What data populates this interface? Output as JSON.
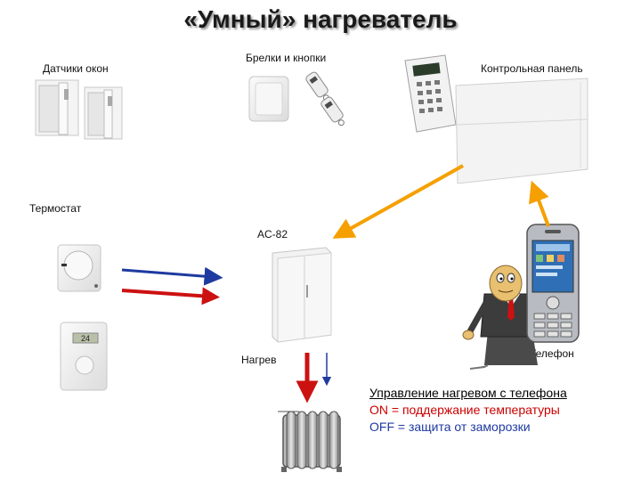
{
  "title": "«Умный» нагреватель",
  "labels": {
    "window_sensors": "Датчики окон",
    "keyfobs_buttons": "Брелки и кнопки",
    "control_panel": "Контрольная панель",
    "thermostat": "Термостат",
    "ac82": "AC-82",
    "heating": "Нагрев",
    "phone": "Телефон"
  },
  "thermostat_display": "24",
  "info": {
    "heading": "Управление нагревом с телефона",
    "on_line": "ON = поддержание  температуры",
    "off_line": "OFF = защита от заморозки"
  },
  "colors": {
    "arrow_orange": "#f5a000",
    "arrow_red": "#cc1111",
    "arrow_blue": "#1f3aa0"
  }
}
